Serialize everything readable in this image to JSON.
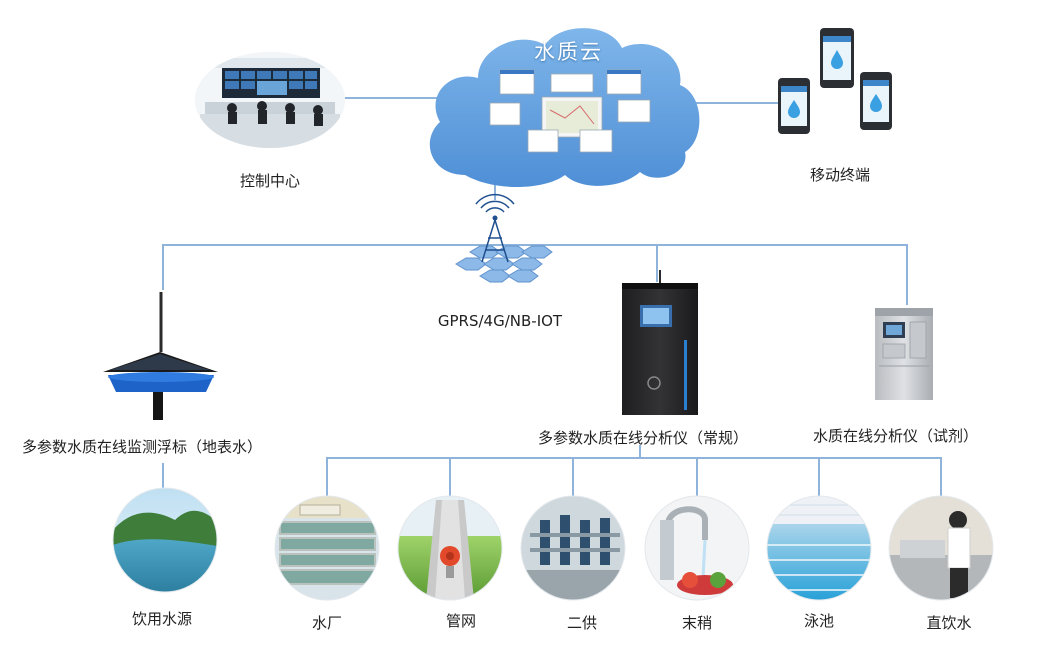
{
  "cloud": {
    "title": "水质云"
  },
  "top": {
    "control_center": "控制中心",
    "mobile_terminal": "移动终端"
  },
  "network": {
    "label": "GPRS/4G/NB-IOT"
  },
  "devices": {
    "buoy": "多参数水质在线监测浮标（地表水）",
    "analyzer_standard": "多参数水质在线分析仪（常规）",
    "analyzer_reagent": "水质在线分析仪（试剂）"
  },
  "scenes": {
    "drinking_source": "饮用水源",
    "water_plant": "水厂",
    "pipe_network": "管网",
    "secondary_supply": "二供",
    "terminal_end": "末稍",
    "swimming_pool": "泳池",
    "direct_drinking": "直饮水"
  },
  "colors": {
    "line": "#8fb4dc",
    "cloud": "#5d9ee0",
    "tower_hex": "#8db9e8"
  }
}
